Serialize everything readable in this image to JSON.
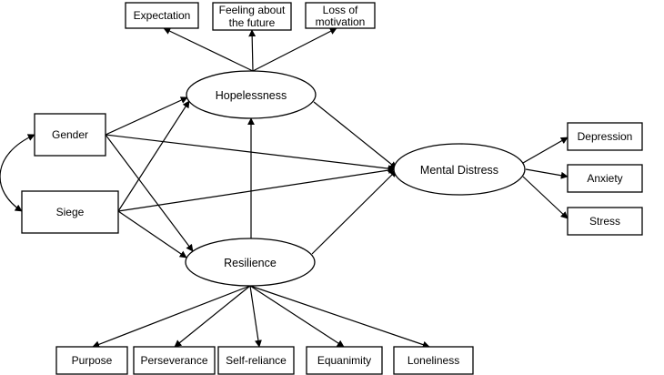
{
  "latent": {
    "hopelessness": "Hopelessness",
    "resilience": "Resilience",
    "mental_distress": "Mental Distress"
  },
  "observed": {
    "gender": "Gender",
    "siege": "Siege"
  },
  "hopelessness_indicators": {
    "expectation": "Expectation",
    "feeling_line1": "Feeling about",
    "feeling_line2": "the future",
    "motivation_line1": "Loss of",
    "motivation_line2": "motivation"
  },
  "distress_indicators": {
    "depression": "Depression",
    "anxiety": "Anxiety",
    "stress": "Stress"
  },
  "resilience_indicators": {
    "purpose": "Purpose",
    "perseverance": "Perseverance",
    "self_reliance": "Self-reliance",
    "equanimity": "Equanimity",
    "loneliness": "Loneliness"
  }
}
